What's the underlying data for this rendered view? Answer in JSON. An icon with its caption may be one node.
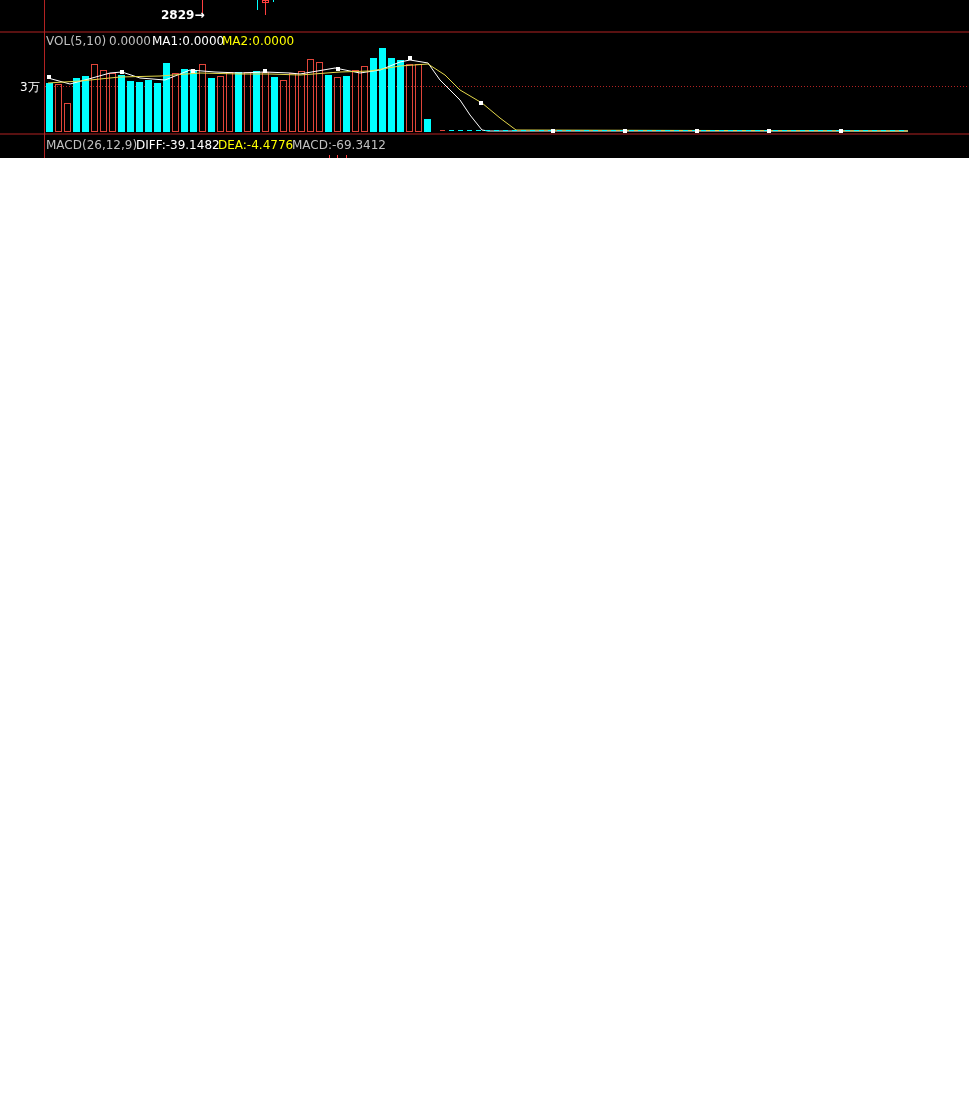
{
  "diagram": {
    "labels": [
      "2829→",
      "VOL(5,10)",
      "0.0000",
      "MA1:0.0000",
      "MA2:0.0000",
      "3万",
      "MACD(26,12,9)",
      "DIFF:-39.1482",
      "DEA:-4.4776",
      "MACD:-69.3412"
    ]
  }
}
